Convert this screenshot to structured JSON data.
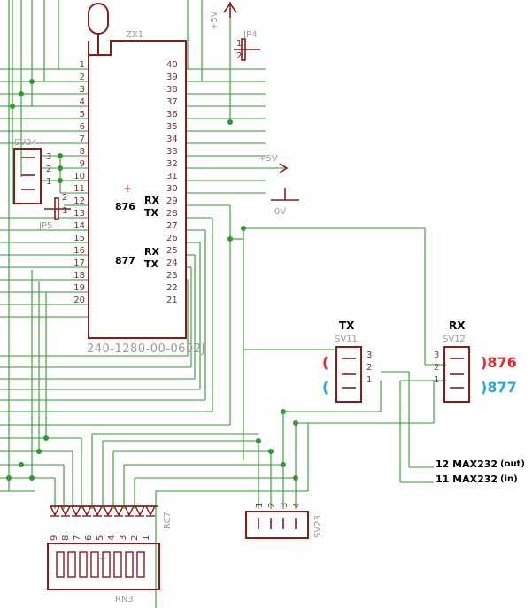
{
  "chip": {
    "name": "ZX1",
    "part": "240-1280-00-0602J",
    "left_pins": [
      "1",
      "2",
      "3",
      "4",
      "5",
      "6",
      "7",
      "8",
      "9",
      "10",
      "11",
      "12",
      "13",
      "14",
      "15",
      "16",
      "17",
      "18",
      "19",
      "20"
    ],
    "right_pins": [
      "40",
      "39",
      "38",
      "37",
      "36",
      "35",
      "34",
      "33",
      "32",
      "31",
      "30",
      "29",
      "28",
      "27",
      "26",
      "25",
      "24",
      "23",
      "22",
      "21"
    ]
  },
  "port876": {
    "num": "876",
    "rx": "RX",
    "tx": "TX"
  },
  "port877": {
    "num": "877",
    "rx": "RX",
    "tx": "TX"
  },
  "power": {
    "plus5v_top": "+5V",
    "plus5v_right": "+5V",
    "zero_v": "0V"
  },
  "jp4": {
    "name": "JP4",
    "p1": "1",
    "p2": "2"
  },
  "jp5": {
    "name": "JP5",
    "p1": "1",
    "p2": "2"
  },
  "sv24": {
    "name": "SV24",
    "pins": [
      "3",
      "2",
      "1"
    ]
  },
  "sv11": {
    "title": "TX",
    "name": "SV11",
    "pins": [
      "3",
      "2",
      "1"
    ],
    "paren_red": "(",
    "paren_blue": "("
  },
  "sv12": {
    "title": "RX",
    "name": "SV12",
    "pins": [
      "3",
      "2",
      "1"
    ],
    "label_red": ")876",
    "label_blue": ")877"
  },
  "max232": {
    "line1_pin": "12 MAX232",
    "line1_dir": "(out)",
    "line2_pin": "11 MAX232",
    "line2_dir": "(in)"
  },
  "sv23": {
    "name": "SV23",
    "pins": [
      "1",
      "2",
      "3",
      "4"
    ]
  },
  "rc7": {
    "name": "RC7"
  },
  "rn3": {
    "name": "RN3",
    "pins": [
      "9",
      "8",
      "7",
      "6",
      "5",
      "4",
      "3",
      "2",
      "1"
    ]
  },
  "colors": {
    "wire": "#2e9a2e",
    "part": "#8b1a1a",
    "port876": "#e02a2a",
    "port877": "#2aa8e0"
  }
}
